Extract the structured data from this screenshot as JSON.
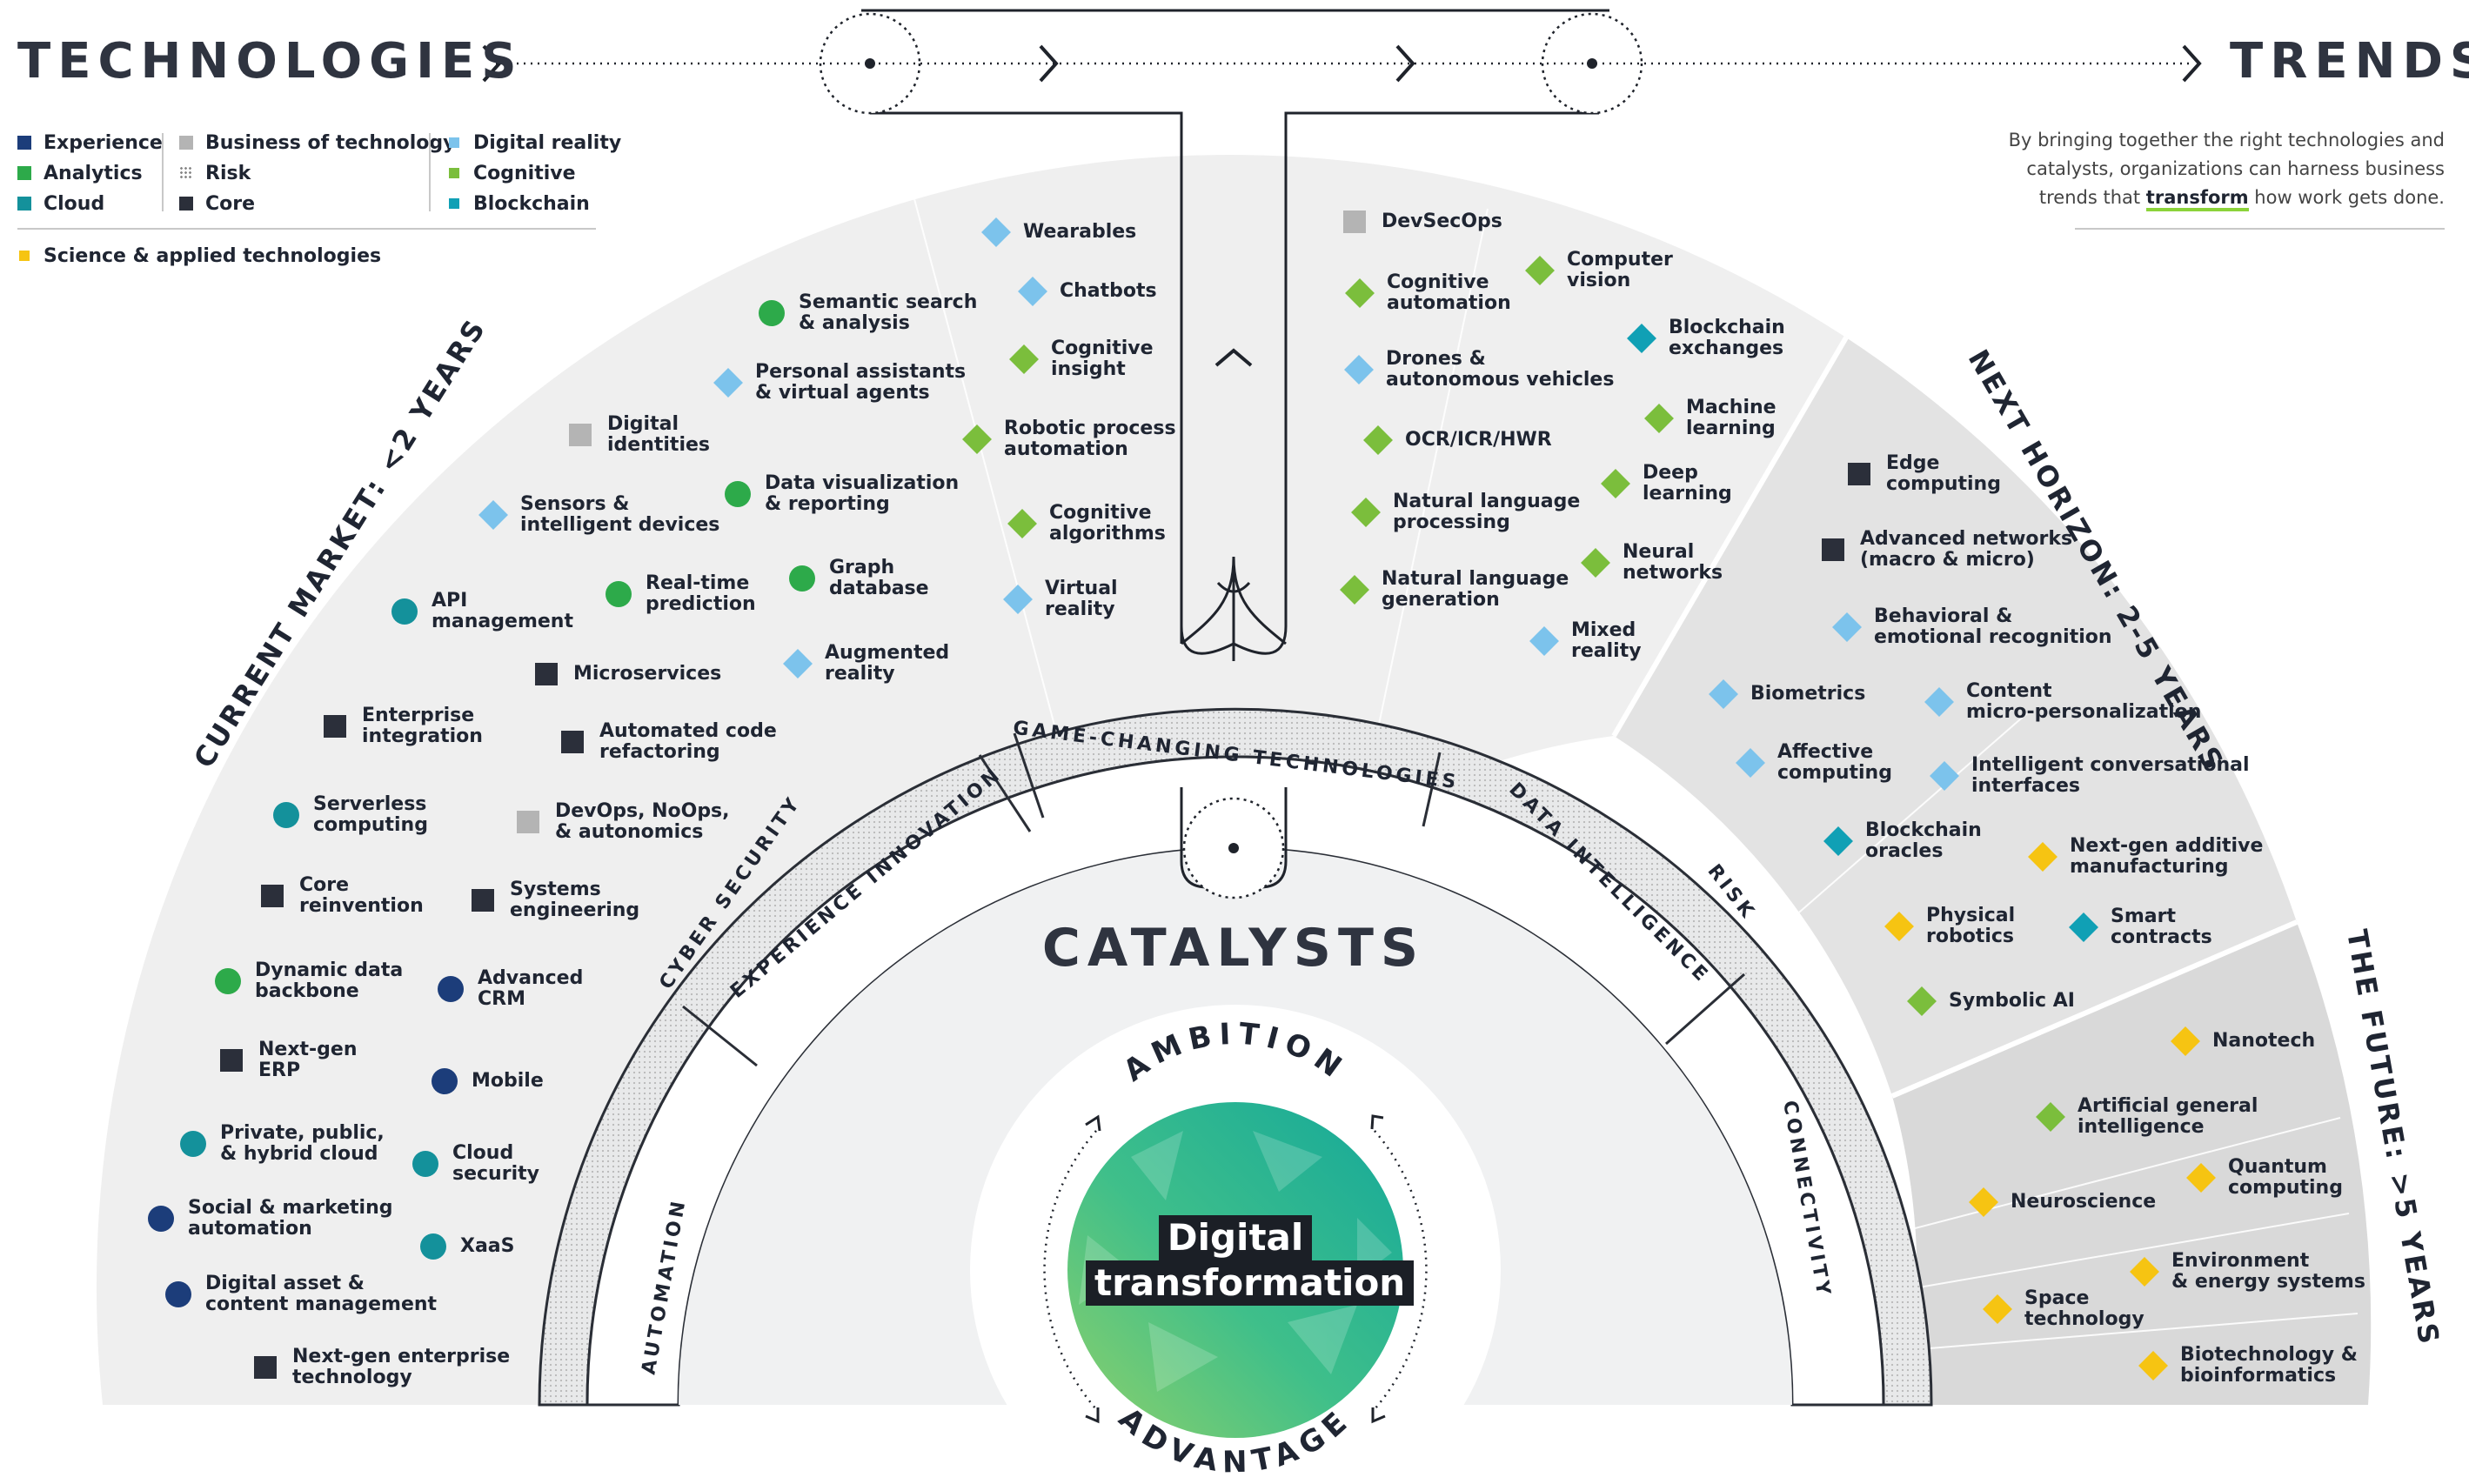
{
  "header": {
    "left_title": "TECHNOLOGIES",
    "right_title": "TRENDS",
    "note_a": "By bringing together the right technologies and",
    "note_b": "catalysts, organizations can harness business",
    "note_c_pre": "trends that ",
    "note_c_hl": "transform",
    "note_c_post": " how work gets done."
  },
  "legend": [
    {
      "label": "Experience",
      "shape": "circle",
      "color": "#1c3d7a"
    },
    {
      "label": "Analytics",
      "shape": "circle",
      "color": "#2daa4a"
    },
    {
      "label": "Cloud",
      "shape": "circle",
      "color": "#14919b"
    },
    {
      "label": "Business of technology",
      "shape": "square",
      "color": "#b4b4b4"
    },
    {
      "label": "Risk",
      "shape": "dotted-square",
      "color": "#888888"
    },
    {
      "label": "Core",
      "shape": "square",
      "color": "#2b2f3a"
    },
    {
      "label": "Digital reality",
      "shape": "diamond",
      "color": "#7cc3ec"
    },
    {
      "label": "Cognitive",
      "shape": "diamond",
      "color": "#7bbe3c"
    },
    {
      "label": "Blockchain",
      "shape": "diamond",
      "color": "#10a0b5"
    },
    {
      "label": "Science & applied technologies",
      "shape": "diamond",
      "color": "#f6c412"
    }
  ],
  "horizons": {
    "current": "CURRENT MARKET: <2 YEARS",
    "next": "NEXT HORIZON: 2-5 YEARS",
    "future": "THE FUTURE: >5 YEARS"
  },
  "catalysts": {
    "title": "CATALYSTS",
    "segments": [
      "AUTOMATION",
      "CYBER SECURITY",
      "EXPERIENCE INNOVATION",
      "GAME-CHANGING TECHNOLOGIES",
      "DATA INTELLIGENCE",
      "RISK",
      "CONNECTIVITY"
    ],
    "ambition": "AMBITION",
    "advantage": "ADVANTAGE",
    "center_1": "Digital",
    "center_2": "transformation"
  },
  "items": [
    {
      "label": "Wearables",
      "cat": "Digital reality"
    },
    {
      "label": "Chatbots",
      "cat": "Digital reality"
    },
    {
      "label": "Semantic search\n& analysis",
      "cat": "Analytics"
    },
    {
      "label": "Cognitive\ninsight",
      "cat": "Cognitive"
    },
    {
      "label": "Personal assistants\n& virtual agents",
      "cat": "Digital reality"
    },
    {
      "label": "Robotic process\nautomation",
      "cat": "Cognitive"
    },
    {
      "label": "Digital\nidentities",
      "cat": "Business of technology"
    },
    {
      "label": "Data visualization\n& reporting",
      "cat": "Analytics"
    },
    {
      "label": "Cognitive\nalgorithms",
      "cat": "Cognitive"
    },
    {
      "label": "Sensors &\nintelligent devices",
      "cat": "Digital reality"
    },
    {
      "label": "Graph\ndatabase",
      "cat": "Analytics"
    },
    {
      "label": "Real-time\nprediction",
      "cat": "Analytics"
    },
    {
      "label": "Virtual\nreality",
      "cat": "Digital reality"
    },
    {
      "label": "API\nmanagement",
      "cat": "Cloud"
    },
    {
      "label": "Augmented\nreality",
      "cat": "Digital reality"
    },
    {
      "label": "Microservices",
      "cat": "Core"
    },
    {
      "label": "Enterprise\nintegration",
      "cat": "Core"
    },
    {
      "label": "Automated code\nrefactoring",
      "cat": "Core"
    },
    {
      "label": "Serverless\ncomputing",
      "cat": "Cloud"
    },
    {
      "label": "DevOps, NoOps,\n& autonomics",
      "cat": "Business of technology"
    },
    {
      "label": "Core\nreinvention",
      "cat": "Core"
    },
    {
      "label": "Systems\nengineering",
      "cat": "Core"
    },
    {
      "label": "Dynamic data\nbackbone",
      "cat": "Analytics"
    },
    {
      "label": "Advanced\nCRM",
      "cat": "Experience"
    },
    {
      "label": "Next-gen\nERP",
      "cat": "Core"
    },
    {
      "label": "Mobile",
      "cat": "Experience"
    },
    {
      "label": "Private, public,\n& hybrid cloud",
      "cat": "Cloud"
    },
    {
      "label": "Cloud\nsecurity",
      "cat": "Cloud"
    },
    {
      "label": "Social & marketing\nautomation",
      "cat": "Experience"
    },
    {
      "label": "XaaS",
      "cat": "Cloud"
    },
    {
      "label": "Digital asset &\ncontent management",
      "cat": "Experience"
    },
    {
      "label": "Next-gen enterprise\ntechnology",
      "cat": "Core"
    },
    {
      "label": "DevSecOps",
      "cat": "Business of technology"
    },
    {
      "label": "Computer\nvision",
      "cat": "Cognitive"
    },
    {
      "label": "Cognitive\nautomation",
      "cat": "Cognitive"
    },
    {
      "label": "Blockchain\nexchanges",
      "cat": "Blockchain"
    },
    {
      "label": "Drones &\nautonomous vehicles",
      "cat": "Digital reality"
    },
    {
      "label": "Machine\nlearning",
      "cat": "Cognitive"
    },
    {
      "label": "OCR/ICR/HWR",
      "cat": "Cognitive"
    },
    {
      "label": "Deep\nlearning",
      "cat": "Cognitive"
    },
    {
      "label": "Natural language\nprocessing",
      "cat": "Cognitive"
    },
    {
      "label": "Neural\nnetworks",
      "cat": "Cognitive"
    },
    {
      "label": "Natural language\ngeneration",
      "cat": "Cognitive"
    },
    {
      "label": "Mixed\nreality",
      "cat": "Digital reality"
    },
    {
      "label": "Edge\ncomputing",
      "cat": "Core"
    },
    {
      "label": "Advanced networks\n(macro & micro)",
      "cat": "Core"
    },
    {
      "label": "Behavioral &\nemotional recognition",
      "cat": "Digital reality"
    },
    {
      "label": "Biometrics",
      "cat": "Digital reality"
    },
    {
      "label": "Content\nmicro-personalization",
      "cat": "Digital reality"
    },
    {
      "label": "Affective\ncomputing",
      "cat": "Digital reality"
    },
    {
      "label": "Intelligent conversational\ninterfaces",
      "cat": "Digital reality"
    },
    {
      "label": "Blockchain\noracles",
      "cat": "Blockchain"
    },
    {
      "label": "Next-gen additive\nmanufacturing",
      "cat": "Science & applied technologies"
    },
    {
      "label": "Physical\nrobotics",
      "cat": "Science & applied technologies"
    },
    {
      "label": "Smart\ncontracts",
      "cat": "Blockchain"
    },
    {
      "label": "Symbolic AI",
      "cat": "Cognitive"
    },
    {
      "label": "Nanotech",
      "cat": "Science & applied technologies"
    },
    {
      "label": "Artificial general\nintelligence",
      "cat": "Cognitive"
    },
    {
      "label": "Quantum\ncomputing",
      "cat": "Science & applied technologies"
    },
    {
      "label": "Neuroscience",
      "cat": "Science & applied technologies"
    },
    {
      "label": "Environment\n& energy systems",
      "cat": "Science & applied technologies"
    },
    {
      "label": "Space\ntechnology",
      "cat": "Science & applied technologies"
    },
    {
      "label": "Biotechnology &\nbioinformatics",
      "cat": "Science & applied technologies"
    }
  ]
}
